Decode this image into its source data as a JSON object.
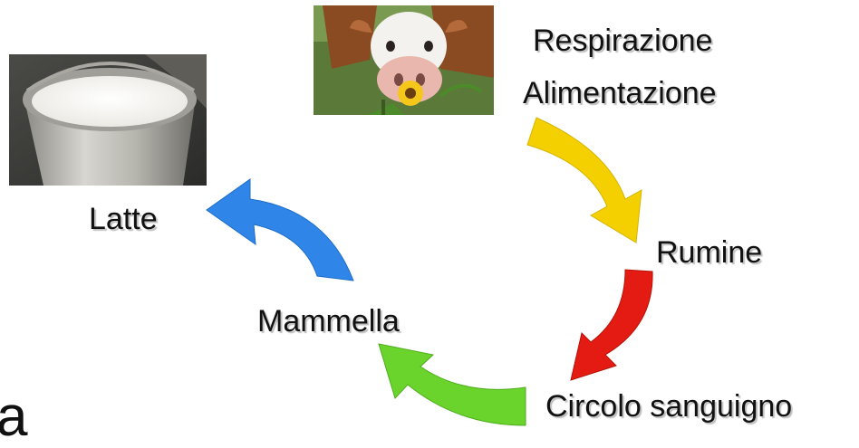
{
  "labels": {
    "respirazione": "Respirazione",
    "alimentazione": "Alimentazione",
    "rumine": "Rumine",
    "circolo": "Circolo sanguigno",
    "mammella": "Mammella",
    "latte": "Latte",
    "stray_letter": "a"
  },
  "colors": {
    "arrow_yellow": "#f4d000",
    "arrow_red": "#e31b12",
    "arrow_green": "#6ad32c",
    "arrow_blue": "#2f86e8"
  },
  "images": {
    "cow": "cow-with-sunflower-photo",
    "milk": "milk-bucket-photo"
  }
}
